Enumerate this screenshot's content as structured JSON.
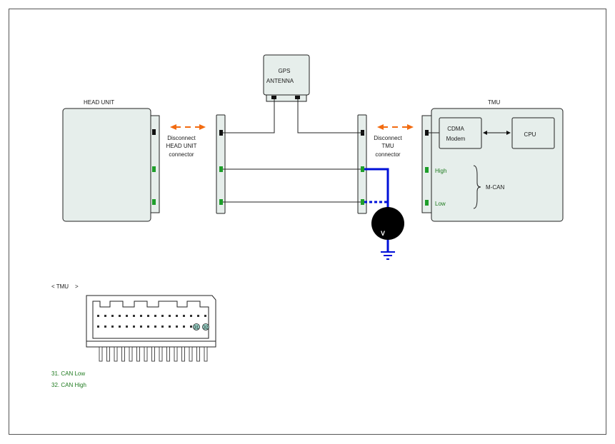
{
  "labels": {
    "head_unit": "HEAD UNIT",
    "tmu": "TMU",
    "gps_line1": "GPS",
    "gps_line2": "ANTENNA",
    "disconnect_head_1": "Disconnect",
    "disconnect_head_2": "HEAD UNIT",
    "disconnect_head_3": "connector",
    "disconnect_tmu_1": "Disconnect",
    "disconnect_tmu_2": "TMU",
    "disconnect_tmu_3": "connector",
    "cdma_1": "CDMA",
    "cdma_2": "Modem",
    "cpu": "CPU",
    "high": "High",
    "low": "Low",
    "mcan": "M-CAN",
    "voltmeter": "V",
    "connector_title": "< TMU    >",
    "connector_pin_31": "31",
    "connector_pin_32": "32",
    "pin_31": "31. CAN Low",
    "pin_32": "32. CAN High"
  },
  "colors": {
    "signal_green": "#1e9e2a",
    "meter_lead_blue": "#0010d8",
    "disconnect_arrow_orange": "#f26b10",
    "box_fill": "#e6eeeb",
    "pin_highlight": "#9ad3c8"
  }
}
